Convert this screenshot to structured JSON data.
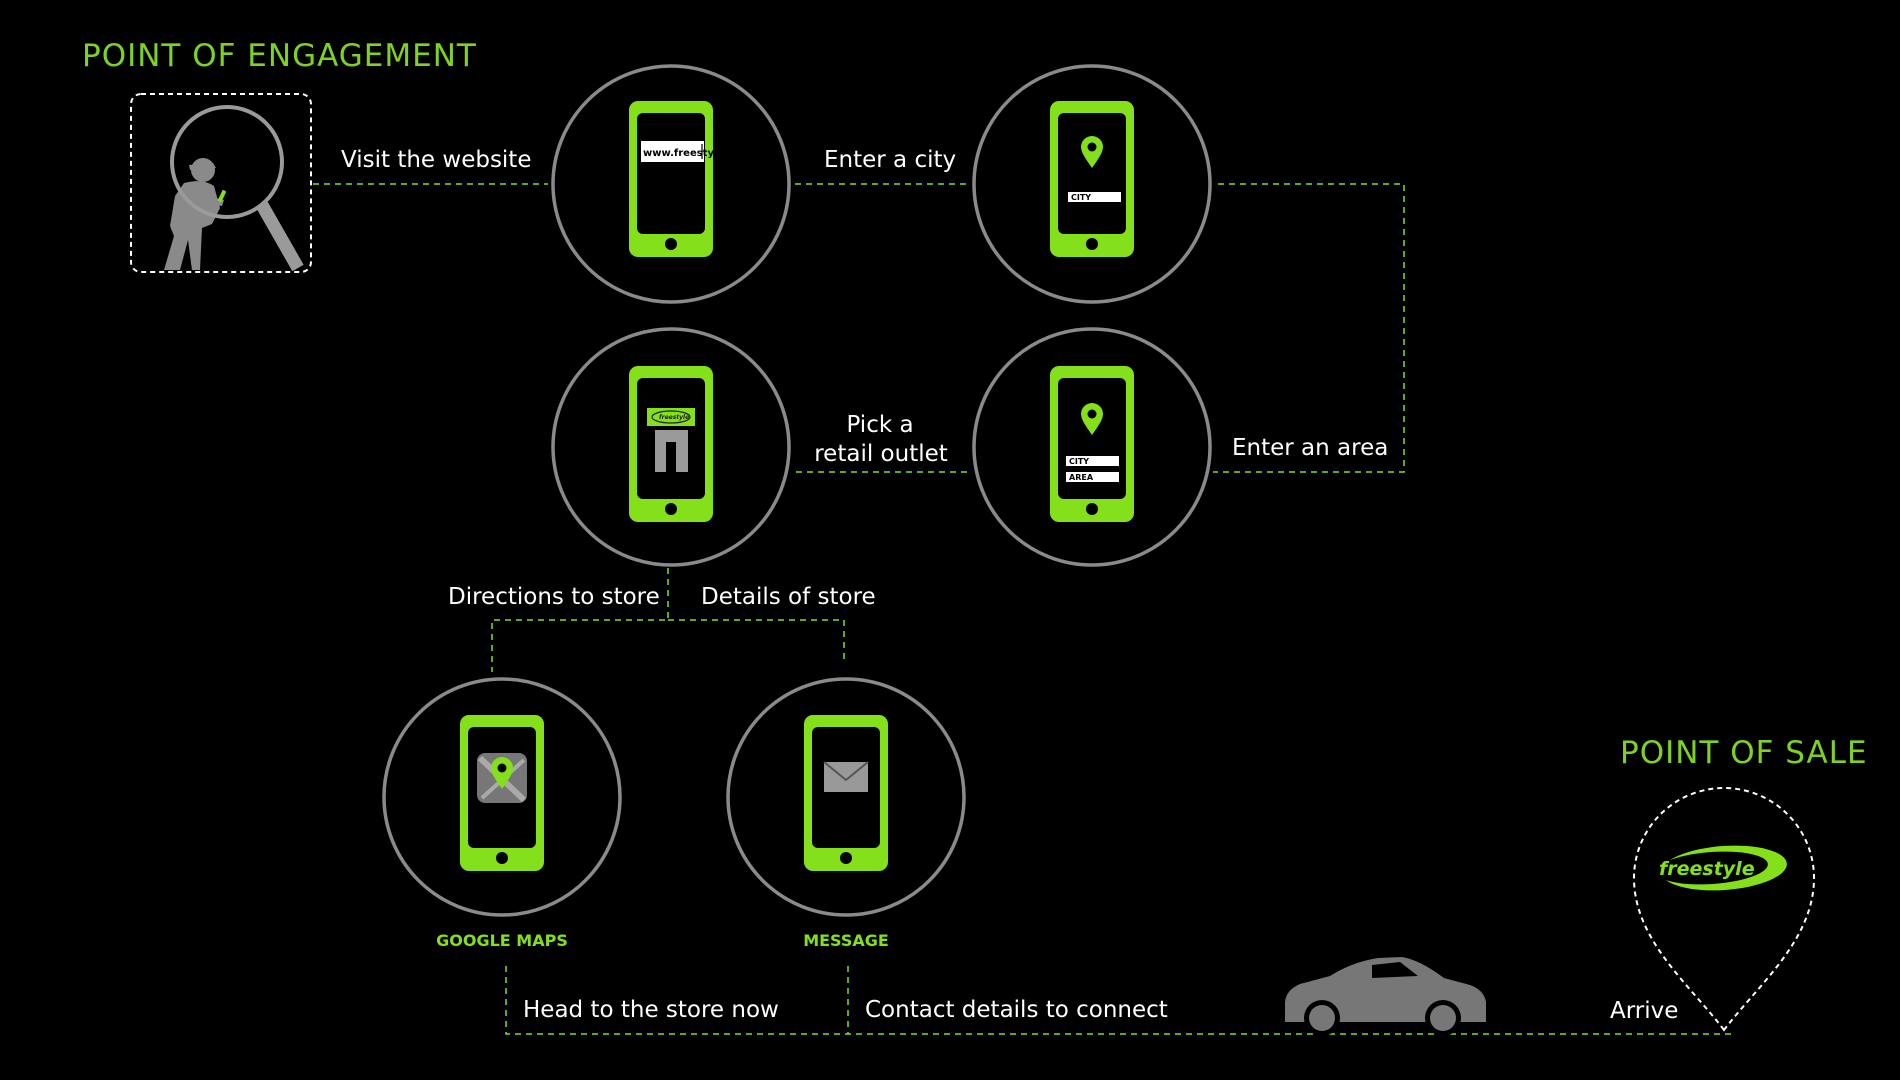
{
  "headings": {
    "engagement": "POINT OF ENGAGEMENT",
    "sale": "POINT OF SALE"
  },
  "steps": {
    "visit": "Visit the website",
    "city": "Enter a city",
    "area": "Enter an area",
    "pick_line1": "Pick a",
    "pick_line2": "retail outlet",
    "directions": "Directions to store",
    "details": "Details  of store",
    "head": "Head to the store now",
    "contact": "Contact details to connect",
    "arrive": "Arrive"
  },
  "apps": {
    "maps": "GOOGLE MAPS",
    "message": "MESSAGE"
  },
  "screens": {
    "url": "www.freestyle",
    "city_field": "CITY",
    "area_city_field": "CITY",
    "area_field": "AREA",
    "brand_small": "freestyle",
    "brand_logo": "freestyle"
  },
  "icons": {
    "person": "person-phone-icon",
    "magnifier": "magnifier-icon",
    "location": "location-pin-icon",
    "store": "store-icon",
    "maps": "google-maps-icon",
    "envelope": "envelope-icon",
    "car": "car-icon",
    "sale_pin": "sale-location-pin-icon"
  },
  "colors": {
    "accent": "#84e01a",
    "heading": "#7ed321",
    "ring": "#8a8a8a",
    "background": "#000000",
    "text": "#ffffff"
  }
}
